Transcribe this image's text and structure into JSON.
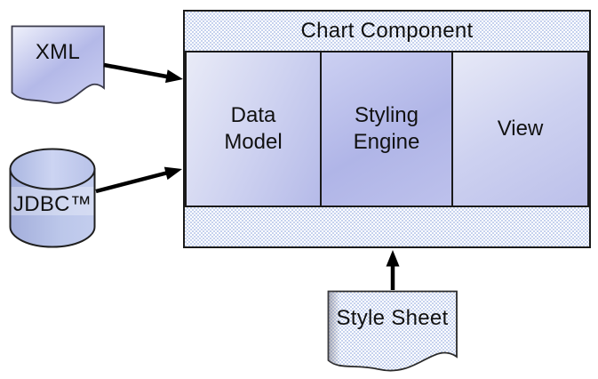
{
  "diagram": {
    "container": {
      "title": "Chart Component",
      "modules": [
        {
          "id": "data-model",
          "label": "Data\nModel"
        },
        {
          "id": "styling-engine",
          "label": "Styling\nEngine"
        },
        {
          "id": "view",
          "label": "View"
        }
      ]
    },
    "sources": {
      "xml": {
        "label": "XML",
        "shape": "document"
      },
      "jdbc": {
        "label": "JDBC™",
        "shape": "database-cylinder"
      }
    },
    "stylesheet": {
      "label": "Style Sheet",
      "shape": "document"
    },
    "edges": [
      {
        "from": "XML",
        "to": "Chart Component"
      },
      {
        "from": "JDBC™",
        "to": "Chart Component"
      },
      {
        "from": "Style Sheet",
        "to": "Styling Engine"
      }
    ],
    "colors": {
      "checker_blue": "#c6d2ee",
      "module_light": "#e9ebf7",
      "module_dark": "#b0b5e7",
      "cylinder_fill": "#bcc7ea",
      "border": "#1a1a1a",
      "arrow": "#000000",
      "text": "#111111",
      "background": "#ffffff"
    }
  }
}
